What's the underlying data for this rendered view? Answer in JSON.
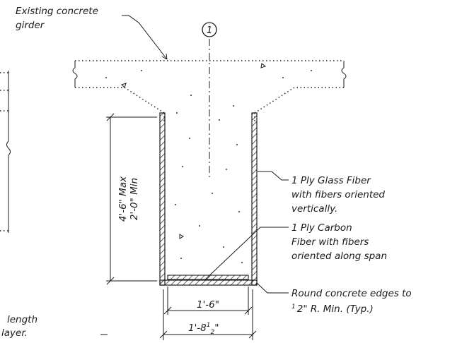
{
  "labels": {
    "girder_line1": "Existing concrete",
    "girder_line2": "girder",
    "section_marker": "1",
    "glass_line1": "1 Ply Glass Fiber",
    "glass_line2": "with fibers oriented",
    "glass_line3": "vertically.",
    "carbon_line1": "1 Ply Carbon",
    "carbon_line2": "Fiber with fibers",
    "carbon_line3": "oriented along span",
    "edges_line1": "Round concrete edges to",
    "edges_line2_frac": "1",
    "edges_line2_rest": "2\" R. Min. (Typ.)",
    "left_partial1": "length",
    "left_partial2": "layer."
  },
  "dimensions": {
    "height_max": "4'-6\" Max",
    "height_min": "2'-0\" Min",
    "inner_width": "1'-6\"",
    "outer_width_main": "1'-8",
    "outer_width_num": "1",
    "outer_width_den": "2",
    "outer_width_tail": "\""
  }
}
